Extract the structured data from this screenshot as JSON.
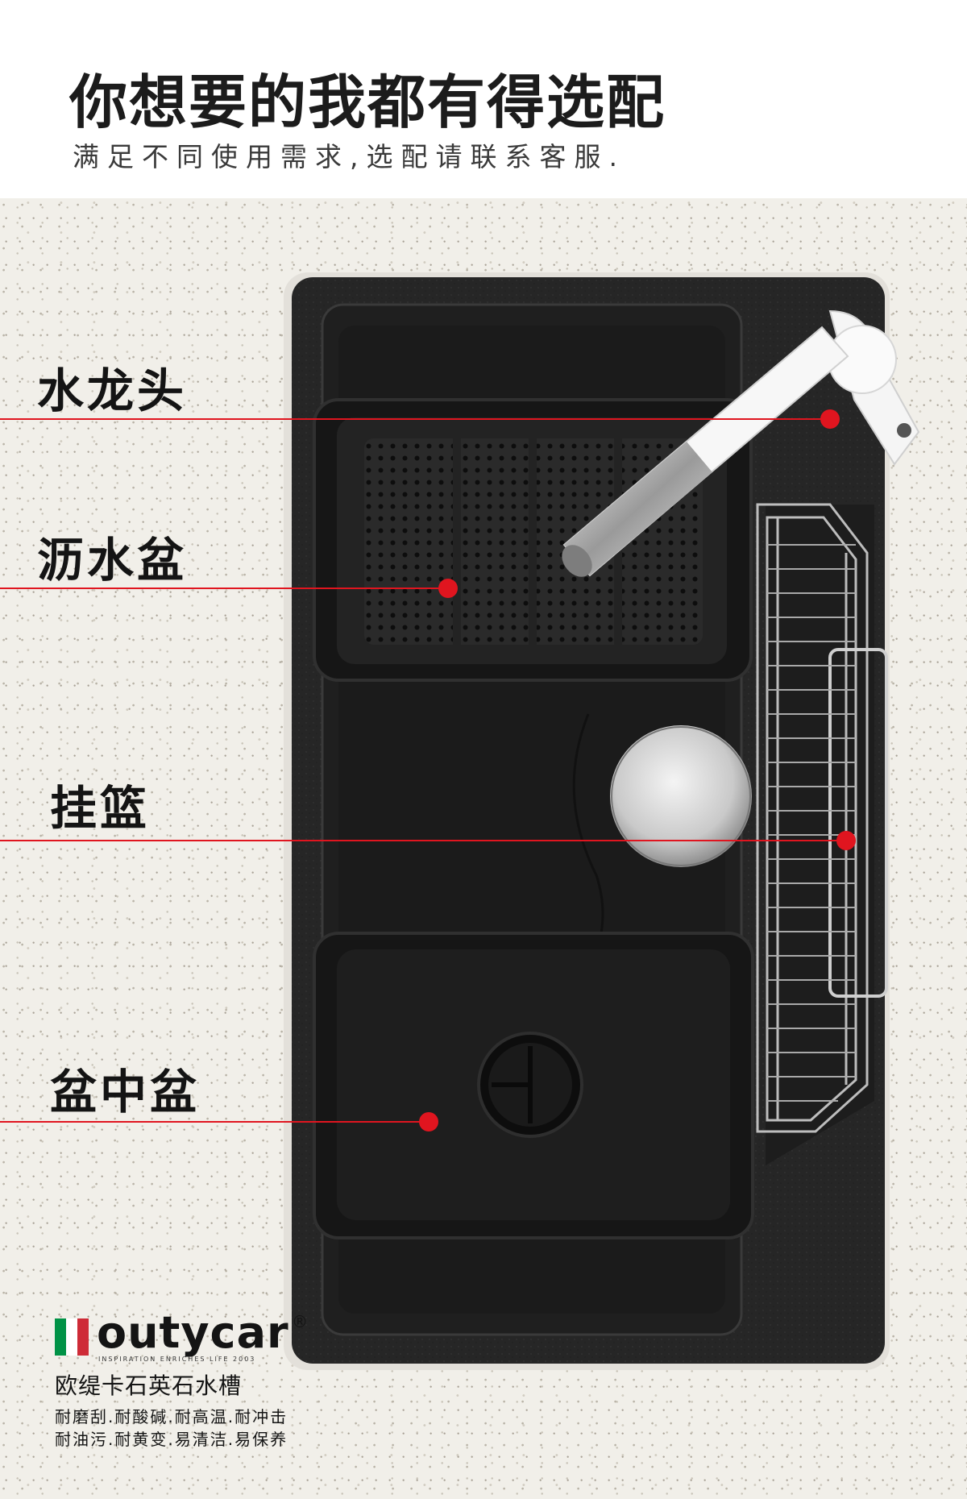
{
  "header": {
    "title": "你想要的我都有得选配",
    "subtitle": "满足不同使用需求,选配请联系客服."
  },
  "callouts": [
    {
      "label": "水龙头"
    },
    {
      "label": "沥水盆"
    },
    {
      "label": "挂篮"
    },
    {
      "label": "盆中盆"
    }
  ],
  "brand": {
    "name": "outycar",
    "registered_mark": "®",
    "tagline": "INSPIRATION ENRICHES LIFE 2003",
    "product_name": "欧缇卡石英石水槽",
    "features_line1": "耐磨刮.耐酸碱.耐高温.耐冲击",
    "features_line2": "耐油污.耐黄变.易清洁.易保养",
    "flag_colors": [
      "#009246",
      "#ffffff",
      "#ce2b37"
    ]
  },
  "colors": {
    "callout_line": "#e0151f",
    "callout_dot": "#e0151f",
    "sink_body": "#262626",
    "basket_metal": "#b8b8b8"
  },
  "icons": [
    "italy-flag-icon"
  ]
}
